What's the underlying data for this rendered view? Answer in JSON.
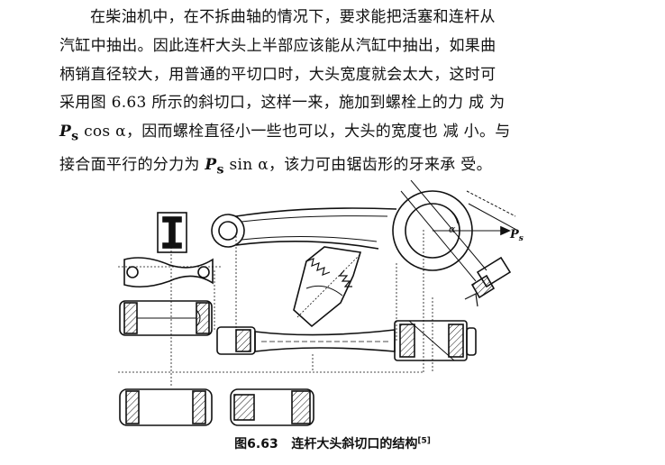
{
  "paragraph": {
    "line1": "在柴油机中，在不拆曲轴的情况下，要求能把活塞和连杆从",
    "line2": "汽缸中抽出。因此连杆大头上半部应该能从汽缸中抽出，如果曲",
    "line3": "柄销直径较大，用普通的平切口时，大头宽度就会太大，这时可",
    "line4": "采用图 6.63 所示的斜切口，这样一来，施加到螺栓上的力 成 为",
    "line5_var": "P",
    "line5_sub": "s",
    "line5_fn": " cos α",
    "line5_rest": "，因而螺栓直径小一些也可以，大头的宽度也 减 小。与",
    "line6_pre": "接合面平行的分力为 ",
    "line6_var": "P",
    "line6_sub": "s",
    "line6_fn": " sin α",
    "line6_rest": "，该力可由锯齿形的牙来承 受。"
  },
  "figure": {
    "label_force": "P",
    "label_force_sub": "s",
    "label_alpha": "α",
    "caption_number": "图6.63",
    "caption_text": "连杆大头斜切口的结构",
    "caption_ref": "[5]"
  },
  "colors": {
    "ink": "#111111",
    "paper": "#ffffff"
  }
}
